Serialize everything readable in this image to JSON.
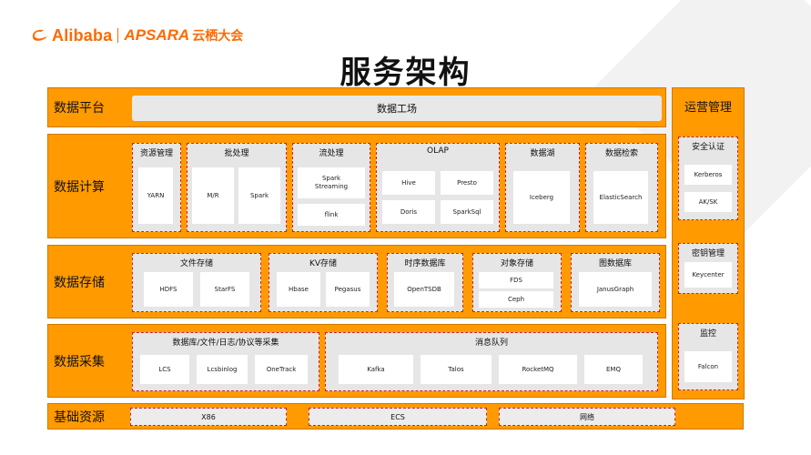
{
  "header": {
    "brand": "Alibaba",
    "brand2": "APSARA",
    "brand3": "云栖大会",
    "title": "服务架构"
  },
  "rows": {
    "platform": {
      "label": "数据平台",
      "content": "数据工场"
    },
    "compute": {
      "label": "数据计算",
      "groups": {
        "resource": {
          "title": "资源管理",
          "items": [
            "YARN"
          ]
        },
        "batch": {
          "title": "批处理",
          "items": [
            "M/R",
            "Spark"
          ]
        },
        "stream": {
          "title": "流处理",
          "items": [
            "Spark Streaming",
            "flink"
          ]
        },
        "olap": {
          "title": "OLAP",
          "items": [
            "Hive",
            "Presto",
            "Doris",
            "SparkSql"
          ]
        },
        "lake": {
          "title": "数据湖",
          "items": [
            "Iceberg"
          ]
        },
        "search": {
          "title": "数据检索",
          "items": [
            "ElasticSearch"
          ]
        }
      }
    },
    "storage": {
      "label": "数据存储",
      "groups": {
        "file": {
          "title": "文件存储",
          "items": [
            "HDFS",
            "StarFS"
          ]
        },
        "kv": {
          "title": "KV存储",
          "items": [
            "Hbase",
            "Pegasus"
          ]
        },
        "tsdb": {
          "title": "时序数据库",
          "items": [
            "OpenTSDB"
          ]
        },
        "object": {
          "title": "对象存储",
          "items": [
            "FDS",
            "Ceph"
          ]
        },
        "graph": {
          "title": "图数据库",
          "items": [
            "JanusGraph"
          ]
        }
      }
    },
    "collect": {
      "label": "数据采集",
      "groups": {
        "db": {
          "title": "数据库/文件/日志/协议等采集",
          "items": [
            "LCS",
            "Lcsbinlog",
            "OneTrack"
          ]
        },
        "mq": {
          "title": "消息队列",
          "items": [
            "Kafka",
            "Talos",
            "RocketMQ",
            "EMQ"
          ]
        }
      }
    },
    "infra": {
      "label": "基础资源",
      "items": [
        "X86",
        "ECS",
        "网络"
      ]
    }
  },
  "ops": {
    "title": "运营管理",
    "groups": {
      "auth": {
        "title": "安全认证",
        "items": [
          "Kerberos",
          "AK/SK"
        ]
      },
      "key": {
        "title": "密钥管理",
        "items": [
          "Keycenter"
        ]
      },
      "monitor": {
        "title": "监控",
        "items": [
          "Falcon"
        ]
      }
    }
  },
  "colors": {
    "accent": "#ff9a00",
    "brand": "#ff6a00",
    "dashed_border": "#d61f1f",
    "group_bg": "#e6e6e6"
  }
}
